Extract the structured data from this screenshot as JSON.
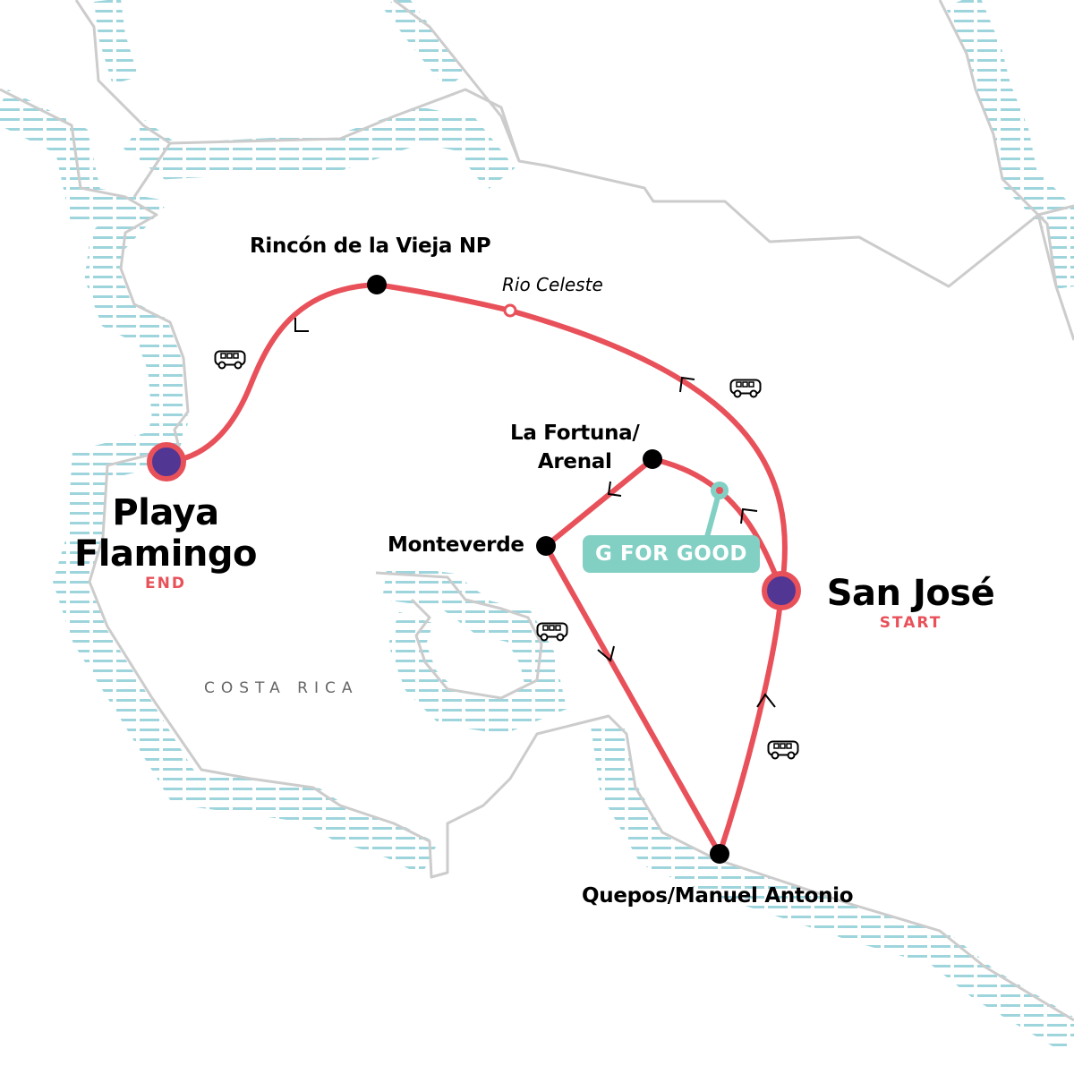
{
  "colors": {
    "route": "#e8515a",
    "endpoint_fill": "#523693",
    "stop": "#000000",
    "water": "#9ed5dd",
    "border": "#cccccc",
    "g_for_good": "#82cfc3"
  },
  "country": "COSTA RICA",
  "start": {
    "name": "San José",
    "tag": "START"
  },
  "end": {
    "name_line1": "Playa",
    "name_line2": "Flamingo",
    "tag": "END"
  },
  "stops": [
    {
      "name": "Rincón de la Vieja NP"
    },
    {
      "name_line1": "La Fortuna/",
      "name_line2": "Arenal"
    },
    {
      "name": "Monteverde"
    },
    {
      "name": "Quepos/Manuel Antonio"
    }
  ],
  "points_of_interest": [
    {
      "name": "Rio Celeste"
    }
  ],
  "badge": {
    "label": "G FOR GOOD"
  },
  "transport_icon": "bus-icon"
}
